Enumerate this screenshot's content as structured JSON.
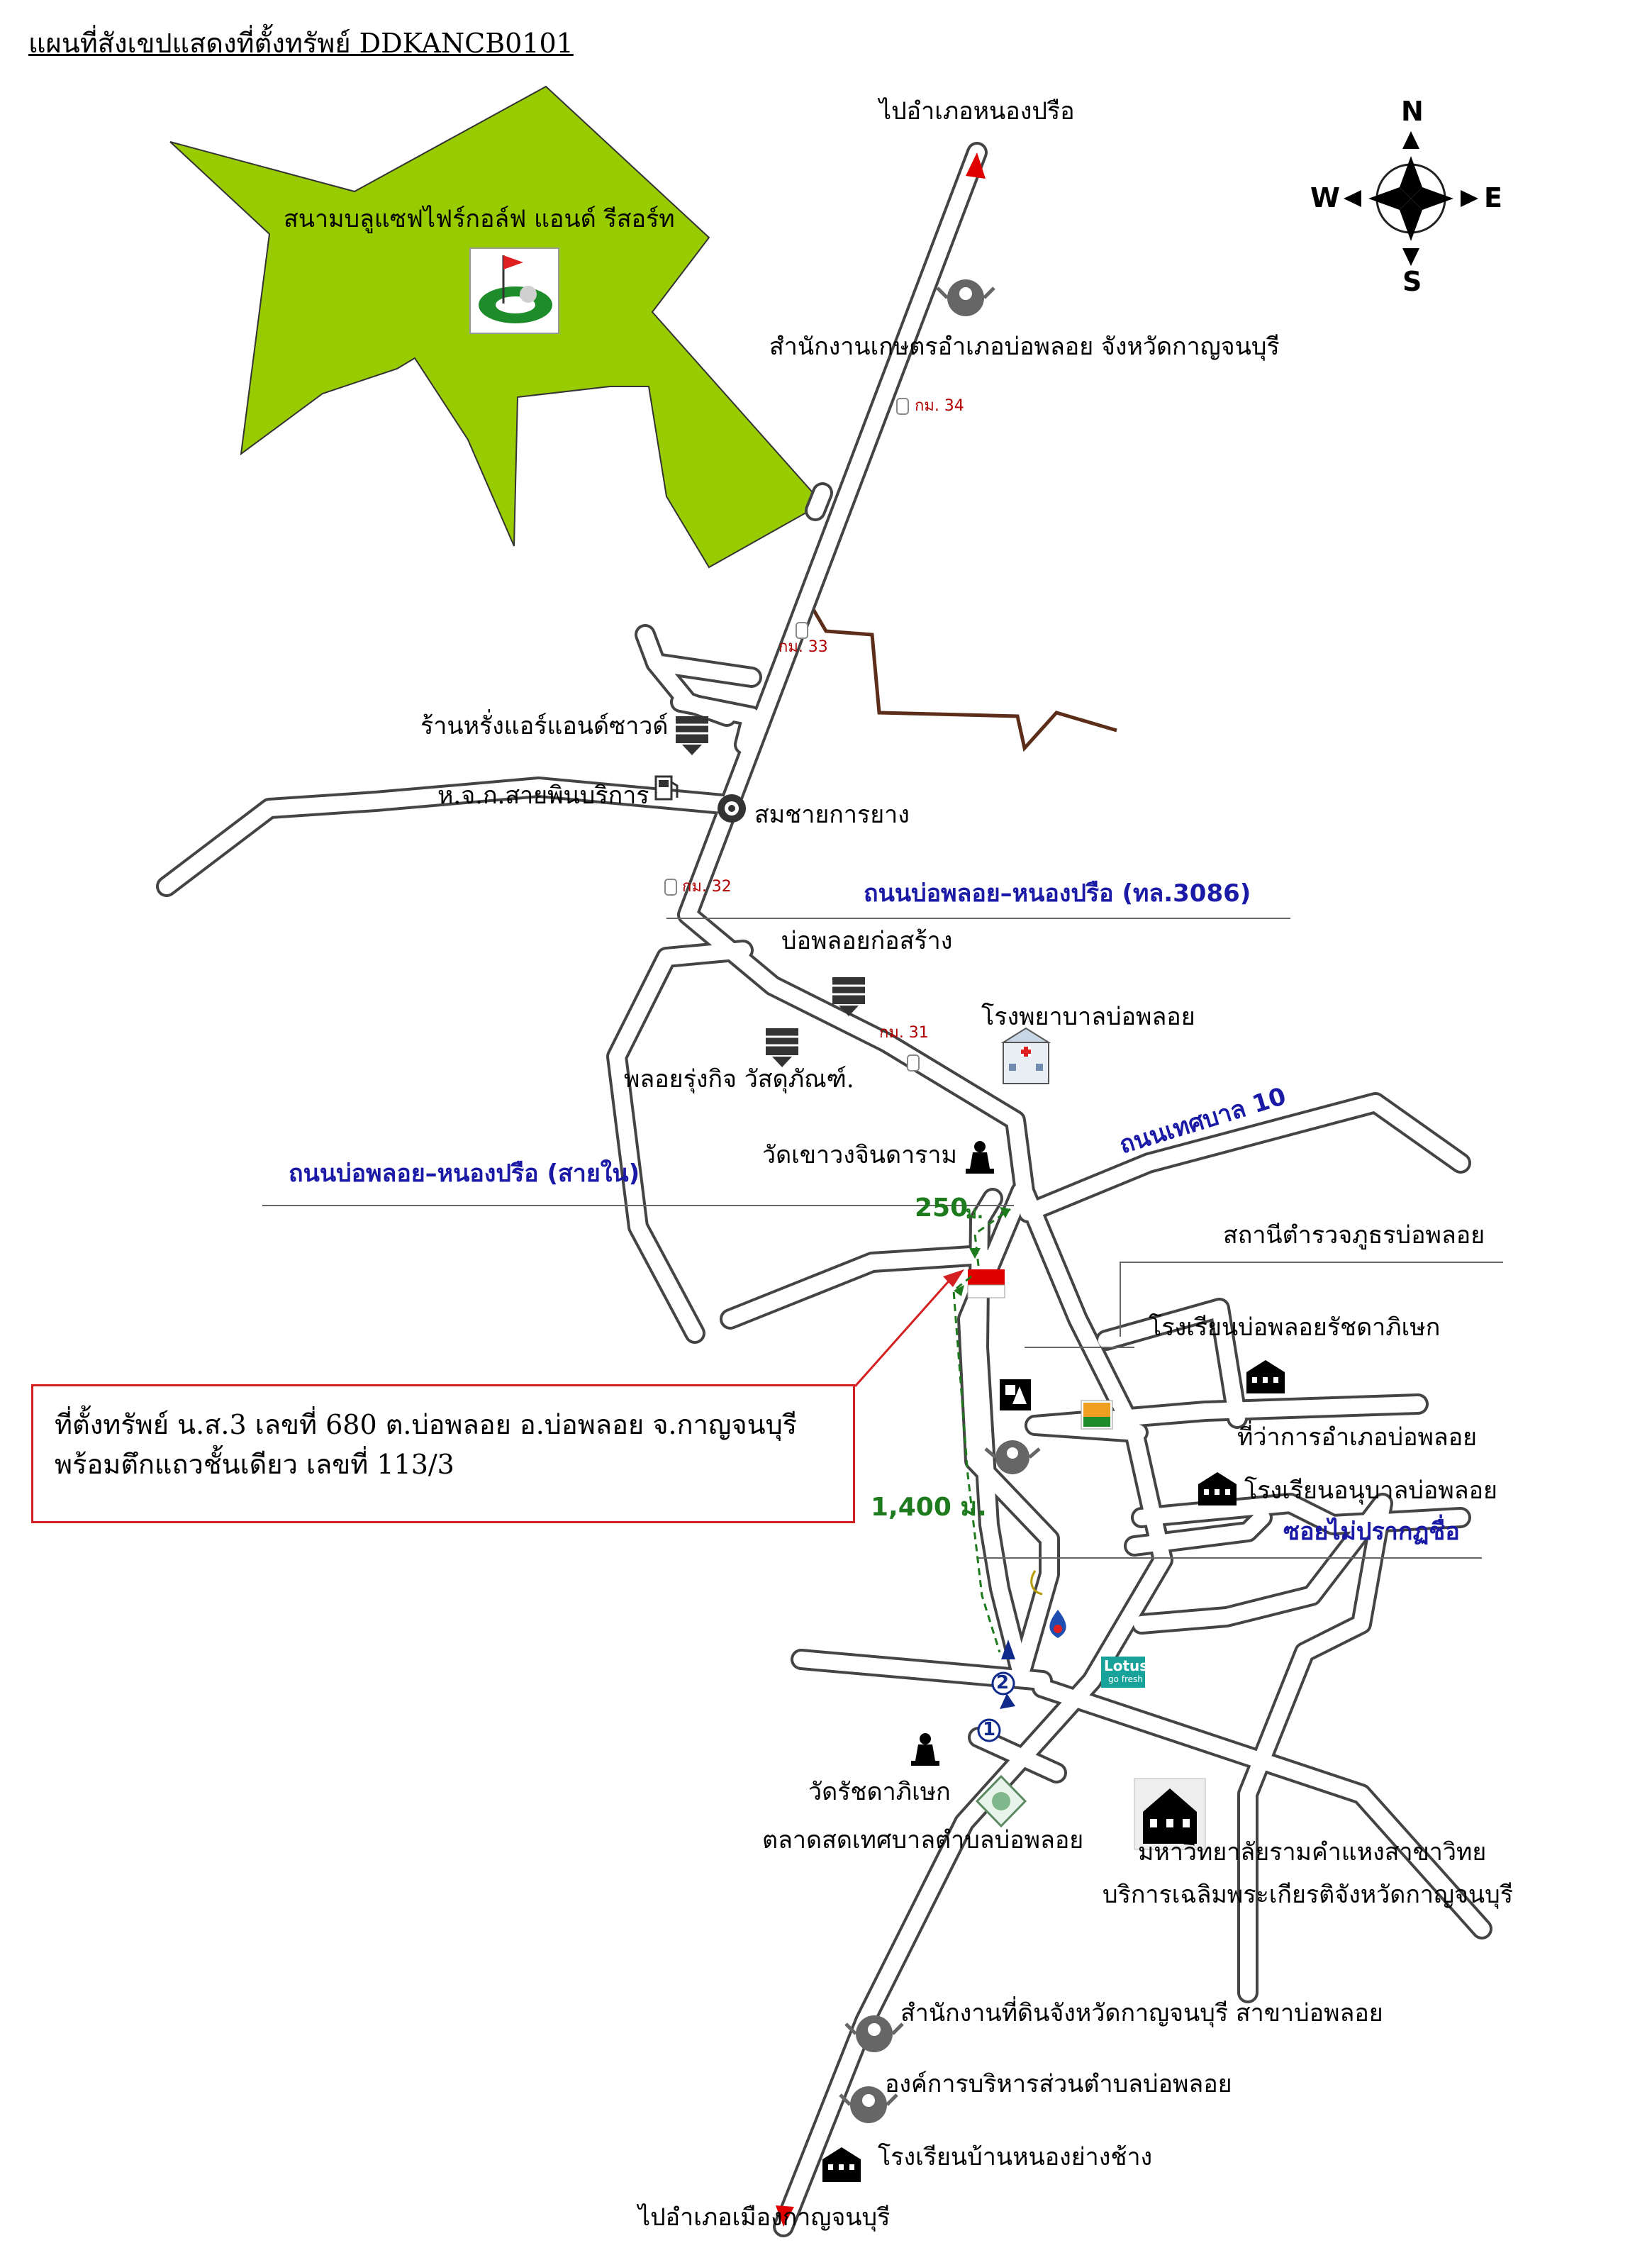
{
  "title": "แผนที่สังเขปแสดงที่ตั้งทรัพย์ DDKANCB0101",
  "compass": {
    "n": "N",
    "s": "S",
    "e": "E",
    "w": "W"
  },
  "callout": {
    "line1": "ที่ตั้งทรัพย์ น.ส.3 เลขที่ 680 ต.บ่อพลอย อ.บ่อพลอย จ.กาญจนบุรี",
    "line2": "พร้อมตึกแถวชั้นเดียว เลขที่ 113/3"
  },
  "labels": {
    "to_nong_prue": "ไปอำเภอหนองปรือ",
    "to_kanchanaburi": "ไปอำเภอเมืองกาญจนบุรี",
    "golf": "สนามบลูแซฟไฟร์กอล์ฟ แอนด์ รีสอร์ท",
    "agri_office": "สำนักงานเกษตรอำเภอบ่อพลอย จังหวัดกาญจนบุรี",
    "air_shop": "ร้านหรั่งแอร์แอนด์ซาวด์",
    "gas_station": "ห.จ.ก.สายพินบริการ",
    "tire_shop": "สมชายการยาง",
    "bp_construction": "บ่อพลอยก่อสร้าง",
    "hospital": "โรงพยาบาลบ่อพลอย",
    "ploy_material": "พลอยรุ่งกิจ วัสดุภัณฑ์.",
    "wat_khao_wong": "วัดเขาวงจินดาราม",
    "police": "สถานีตำรวจภูธรบ่อพลอย",
    "school_ratchada": "โรงเรียนบ่อพลอยรัชดาภิเษก",
    "district_office": "ที่ว่าการอำเภอบ่อพลอย",
    "kindergarten": "โรงเรียนอนุบาลบ่อพลอย",
    "wat_ratchada": "วัดรัชดาภิเษก",
    "market": "ตลาดสดเทศบาลตำบลบ่อพลอย",
    "university_1": "มหาวิทยาลัยรามคำแหงสาขาวิทย",
    "university_2": "บริการเฉลิมพระเกียรติจังหวัดกาญจนบุรี",
    "land_office": "สำนักงานที่ดินจังหวัดกาญจนบุรี สาขาบ่อพลอย",
    "sao": "องค์การบริหารส่วนตำบลบ่อพลอย",
    "school_nong_yang": "โรงเรียนบ้านหนองย่างช้าง",
    "lotus": "Lotus",
    "lotus_sub": "go fresh"
  },
  "roads": {
    "main_road": "ถนนบ่อพลอย–หนองปรือ (ทล.3086)",
    "inner_road": "ถนนบ่อพลอย–หนองปรือ (สายใน)",
    "tesaban10": "ถนนเทศบาล 10",
    "unnamed_soi": "ซอยไม่ปรากฏชื่อ"
  },
  "km_posts": {
    "km34": "กม. 34",
    "km33": "กม. 33",
    "km32": "กม. 32",
    "km31": "กม. 31"
  },
  "distances": {
    "d250": "250",
    "d250_unit": "ม.",
    "d1400": "1,400 ม."
  },
  "markers": {
    "m1": "1",
    "m2": "2"
  },
  "colors": {
    "golf_area": "#99cc00",
    "callout_border": "#d42020",
    "road_label": "#1a1aa6",
    "km_text": "#b00000",
    "distance": "#1d7a1d",
    "river": "#5c2e1a"
  }
}
